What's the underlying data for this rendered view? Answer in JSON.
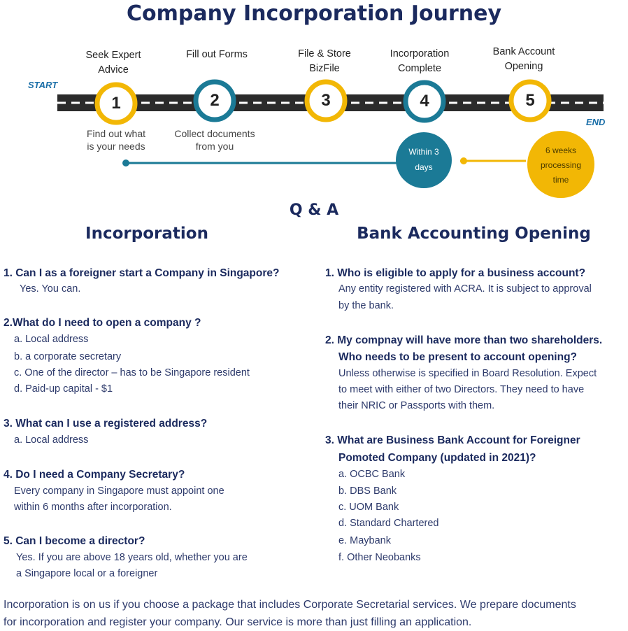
{
  "title": "Company Incorporation Journey",
  "journey": {
    "start_label": "START",
    "end_label": "END",
    "steps": [
      {
        "number": "1",
        "label_line1": "Seek Expert",
        "label_line2": "Advice",
        "sub_line1": "Find out what",
        "sub_line2": "is your needs",
        "color": "#f2b705"
      },
      {
        "number": "2",
        "label_line1": "Fill out Forms",
        "label_line2": "",
        "sub_line1": "Collect documents",
        "sub_line2": "from you",
        "color": "#1b7a96"
      },
      {
        "number": "3",
        "label_line1": "File & Store",
        "label_line2": "BizFile",
        "sub_line1": "",
        "sub_line2": "",
        "color": "#f2b705"
      },
      {
        "number": "4",
        "label_line1": "Incorporation",
        "label_line2": "Complete",
        "sub_line1": "",
        "sub_line2": "",
        "color": "#1b7a96"
      },
      {
        "number": "5",
        "label_line1": "Bank Account",
        "label_line2": "Opening",
        "sub_line1": "",
        "sub_line2": "",
        "color": "#f2b705"
      }
    ],
    "timeline_teal": {
      "line1": "Within 3",
      "line2": "days",
      "color": "#1b7a96"
    },
    "timeline_yellow": {
      "line1": "6 weeks",
      "line2": "processing",
      "line3": "time",
      "color": "#f2b705"
    }
  },
  "qa_title": "Q & A",
  "incorporation": {
    "heading": "Incorporation",
    "q1": "1. Can I as a foreigner start a Company in Singapore?",
    "q1_a1": "Yes. You can.",
    "q2": "2.What do I need to open a company ?",
    "q2_a1": "a. Local address",
    "q2_a2": "b. a corporate secretary",
    "q2_a3": "c. One of the director – has to be Singapore resident",
    "q2_a4": "d. Paid-up capital - $1",
    "q3": "3. What can I use a registered address?",
    "q3_a1": "a. Local address",
    "q4": "4. Do I need a Company Secretary?",
    "q4_a1": "Every company in Singapore must appoint one",
    "q4_a2": "within 6 months after incorporation.",
    "q5": "5. Can I become a director?",
    "q5_a1": "Yes. If you are above 18 years old, whether you are",
    "q5_a2": "a Singapore local or a foreigner"
  },
  "bank": {
    "heading": "Bank Accounting Opening",
    "q1": "1. Who is eligible to apply for a business account?",
    "q1_a1": "Any entity registered with ACRA. It is subject to approval",
    "q1_a2": "by the bank.",
    "q2_l1": "2. My compnay will have more than two shareholders.",
    "q2_l2": "Who needs to be present to account opening?",
    "q2_a1": "Unless otherwise is specified in Board Resolution. Expect",
    "q2_a2": "to meet with either of two Directors. They need to have",
    "q2_a3": "their NRIC or Passports with them.",
    "q3_l1": "3. What are Business Bank Account for Foreigner",
    "q3_l2": "Pomoted Company (updated in 2021)?",
    "q3_a1": "a. OCBC Bank",
    "q3_a2": "b. DBS Bank",
    "q3_a3": "c. UOM Bank",
    "q3_a4": "d. Standard Chartered",
    "q3_a5": "e. Maybank",
    "q3_a6": "f. Other Neobanks"
  },
  "footer": {
    "line1": "Incorporation is on us if you choose a package that includes Corporate Secretarial services. We prepare documents",
    "line2": "for incorporation and register your company. Our service is more than just filling an application."
  }
}
